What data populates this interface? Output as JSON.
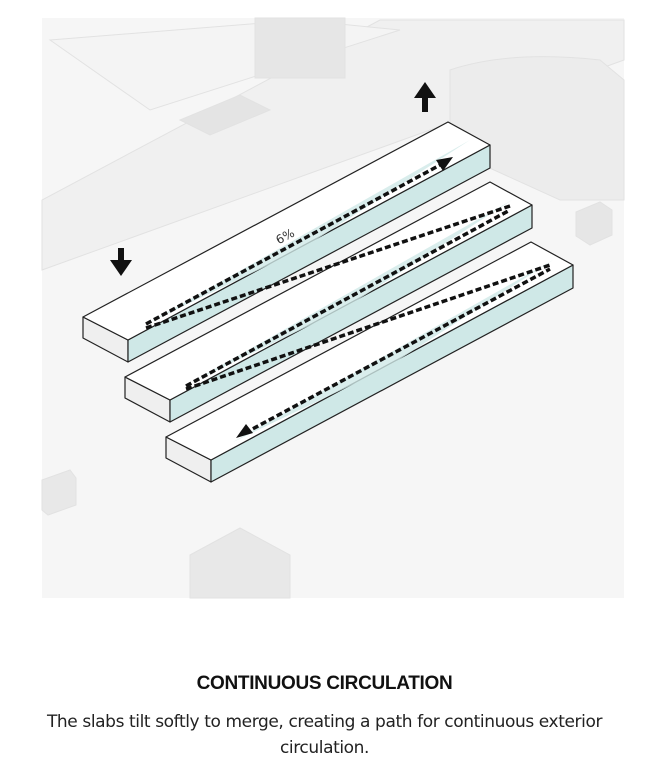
{
  "diagram": {
    "slope_label": "6%",
    "colors": {
      "slab_top": "#ffffff",
      "slab_front": "#cfe8e7",
      "slab_side": "#efefef",
      "ground": "#f1f1f1",
      "building": "#e9e9e9",
      "path": "#111111"
    }
  },
  "caption": {
    "title": "CONTINUOUS CIRCULATION",
    "text": "The slabs tilt softly to merge, creating a path for continuous exterior circulation."
  }
}
